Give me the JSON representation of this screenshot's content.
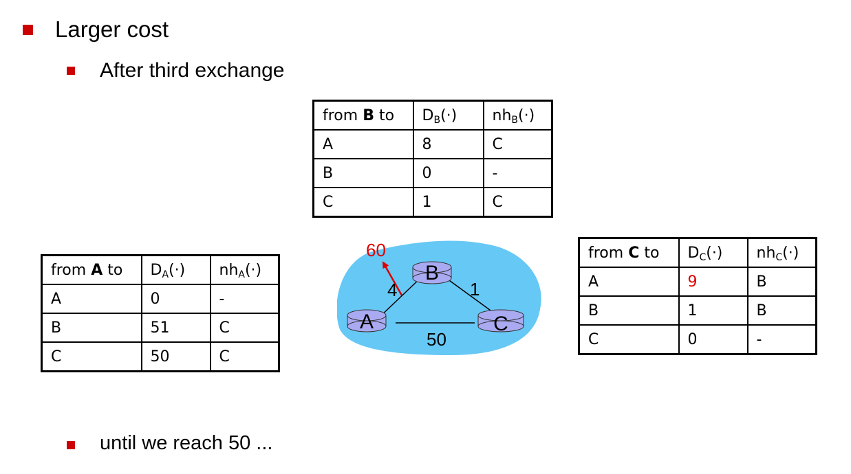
{
  "bullets": {
    "level1": "Larger cost",
    "level2a": "After third exchange",
    "level2b": "until we reach 50 ..."
  },
  "table_b": {
    "header": {
      "from_pre": "from ",
      "from_node": "B",
      "from_post": " to",
      "dist": "D",
      "dist_sub": "B",
      "dist_arg": "(·)",
      "nh": "nh",
      "nh_sub": "B",
      "nh_arg": "(·)"
    },
    "rows": [
      {
        "dest": "A",
        "dist": "8",
        "nh": "C"
      },
      {
        "dest": "B",
        "dist": "0",
        "nh": "-"
      },
      {
        "dest": "C",
        "dist": "1",
        "nh": "C"
      }
    ]
  },
  "table_a": {
    "header": {
      "from_pre": "from ",
      "from_node": "A",
      "from_post": " to",
      "dist": "D",
      "dist_sub": "A",
      "dist_arg": "(·)",
      "nh": "nh",
      "nh_sub": "A",
      "nh_arg": "(·)"
    },
    "rows": [
      {
        "dest": "A",
        "dist": "0",
        "nh": "-"
      },
      {
        "dest": "B",
        "dist": "51",
        "nh": "C"
      },
      {
        "dest": "C",
        "dist": "50",
        "nh": "C"
      }
    ]
  },
  "table_c": {
    "header": {
      "from_pre": "from ",
      "from_node": "C",
      "from_post": " to",
      "dist": "D",
      "dist_sub": "C",
      "dist_arg": "(·)",
      "nh": "nh",
      "nh_sub": "C",
      "nh_arg": "(·)"
    },
    "rows": [
      {
        "dest": "A",
        "dist": "9",
        "nh": "B"
      },
      {
        "dest": "B",
        "dist": "1",
        "nh": "B"
      },
      {
        "dest": "C",
        "dist": "0",
        "nh": "-"
      }
    ]
  },
  "network": {
    "nodes": {
      "a": "A",
      "b": "B",
      "c": "C"
    },
    "links": {
      "ab_old": "4",
      "ab_new": "60",
      "bc": "1",
      "ac": "50"
    }
  },
  "colors": {
    "bullet": "#cc0000",
    "highlight": "#dd0000",
    "cloud": "#66c8f5",
    "router": "#aaaaf2"
  }
}
